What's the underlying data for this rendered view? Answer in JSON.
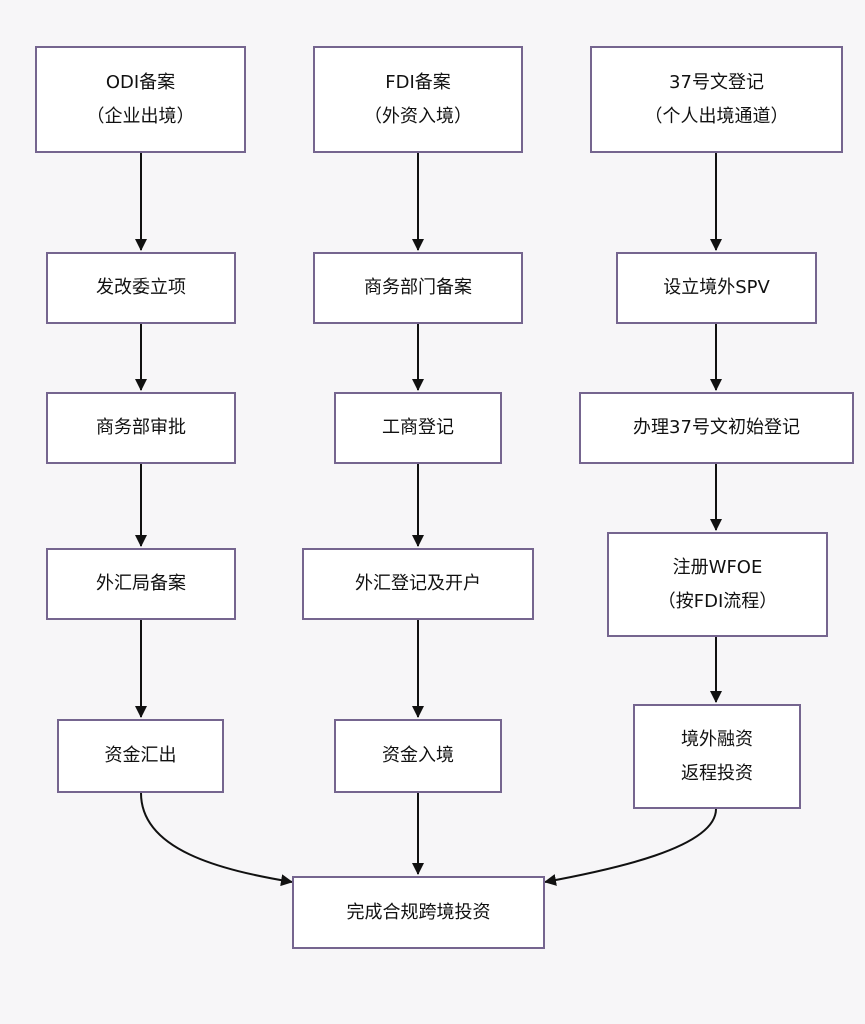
{
  "diagram": {
    "columns": [
      {
        "header": {
          "line1": "ODI备案",
          "line2": "（企业出境）"
        },
        "steps": [
          "发改委立项",
          "商务部审批",
          "外汇局备案",
          "资金汇出"
        ]
      },
      {
        "header": {
          "line1": "FDI备案",
          "line2": "（外资入境）"
        },
        "steps": [
          "商务部门备案",
          "工商登记",
          "外汇登记及开户",
          "资金入境"
        ]
      },
      {
        "header": {
          "line1": "37号文登记",
          "line2": "（个人出境通道）"
        },
        "steps": [
          "设立境外SPV",
          "办理37号文初始登记"
        ],
        "step_wfoe": {
          "line1": "注册WFOE",
          "line2": "（按FDI流程）"
        },
        "step_financing": {
          "line1": "境外融资",
          "line2": "返程投资"
        }
      }
    ],
    "final": "完成合规跨境投资"
  },
  "colors": {
    "background": "#f7f6f8",
    "box_border": "#75658f",
    "box_fill": "#ffffff",
    "arrow": "#111111",
    "text": "#111111"
  }
}
